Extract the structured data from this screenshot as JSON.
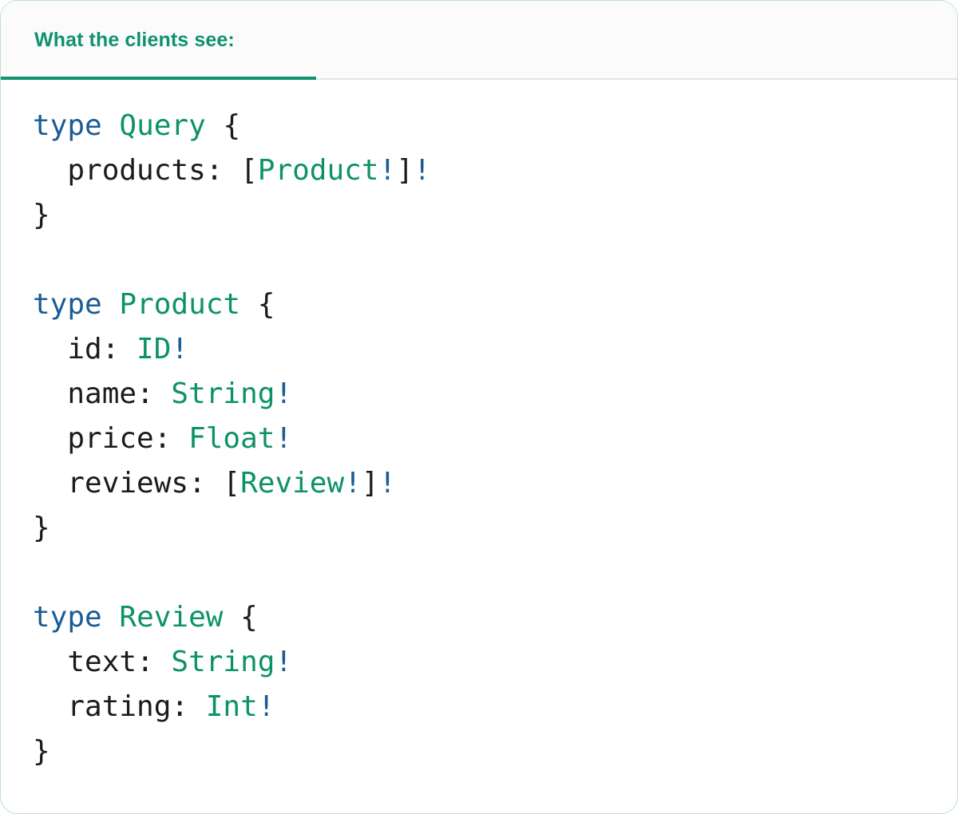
{
  "panel": {
    "border_color": "#bfe0d2",
    "background": "#ffffff"
  },
  "header": {
    "tab_label": "What the clients see:",
    "accent_color": "#0f9270",
    "background": "#fbfbfb",
    "divider_color": "#e4e4e4",
    "active": true
  },
  "code": {
    "language": "graphql",
    "colors": {
      "keyword": "#1a5c96",
      "type_name": "#0d9268",
      "field": "#1b1b1b",
      "punctuation": "#1b1b1b",
      "non_null": "#1a5c96"
    },
    "lines": [
      {
        "id": "l1",
        "tokens": [
          {
            "t": "type",
            "c": "kw"
          },
          {
            "t": " ",
            "c": "field"
          },
          {
            "t": "Query",
            "c": "name"
          },
          {
            "t": " ",
            "c": "field"
          },
          {
            "t": "{",
            "c": "punct"
          }
        ]
      },
      {
        "id": "l2",
        "tokens": [
          {
            "t": "  products: ",
            "c": "field"
          },
          {
            "t": "[",
            "c": "punct"
          },
          {
            "t": "Product",
            "c": "name"
          },
          {
            "t": "!",
            "c": "bang"
          },
          {
            "t": "]",
            "c": "punct"
          },
          {
            "t": "!",
            "c": "bang"
          }
        ]
      },
      {
        "id": "l3",
        "tokens": [
          {
            "t": "}",
            "c": "punct"
          }
        ]
      },
      {
        "id": "l4",
        "tokens": []
      },
      {
        "id": "l5",
        "tokens": [
          {
            "t": "type",
            "c": "kw"
          },
          {
            "t": " ",
            "c": "field"
          },
          {
            "t": "Product",
            "c": "name"
          },
          {
            "t": " ",
            "c": "field"
          },
          {
            "t": "{",
            "c": "punct"
          }
        ]
      },
      {
        "id": "l6",
        "tokens": [
          {
            "t": "  id: ",
            "c": "field"
          },
          {
            "t": "ID",
            "c": "name"
          },
          {
            "t": "!",
            "c": "bang"
          }
        ]
      },
      {
        "id": "l7",
        "tokens": [
          {
            "t": "  name: ",
            "c": "field"
          },
          {
            "t": "String",
            "c": "name"
          },
          {
            "t": "!",
            "c": "bang"
          }
        ]
      },
      {
        "id": "l8",
        "tokens": [
          {
            "t": "  price: ",
            "c": "field"
          },
          {
            "t": "Float",
            "c": "name"
          },
          {
            "t": "!",
            "c": "bang"
          }
        ]
      },
      {
        "id": "l9",
        "tokens": [
          {
            "t": "  reviews: ",
            "c": "field"
          },
          {
            "t": "[",
            "c": "punct"
          },
          {
            "t": "Review",
            "c": "name"
          },
          {
            "t": "!",
            "c": "bang"
          },
          {
            "t": "]",
            "c": "punct"
          },
          {
            "t": "!",
            "c": "bang"
          }
        ]
      },
      {
        "id": "l10",
        "tokens": [
          {
            "t": "}",
            "c": "punct"
          }
        ]
      },
      {
        "id": "l11",
        "tokens": []
      },
      {
        "id": "l12",
        "tokens": [
          {
            "t": "type",
            "c": "kw"
          },
          {
            "t": " ",
            "c": "field"
          },
          {
            "t": "Review",
            "c": "name"
          },
          {
            "t": " ",
            "c": "field"
          },
          {
            "t": "{",
            "c": "punct"
          }
        ]
      },
      {
        "id": "l13",
        "tokens": [
          {
            "t": "  text: ",
            "c": "field"
          },
          {
            "t": "String",
            "c": "name"
          },
          {
            "t": "!",
            "c": "bang"
          }
        ]
      },
      {
        "id": "l14",
        "tokens": [
          {
            "t": "  rating: ",
            "c": "field"
          },
          {
            "t": "Int",
            "c": "name"
          },
          {
            "t": "!",
            "c": "bang"
          }
        ]
      },
      {
        "id": "l15",
        "tokens": [
          {
            "t": "}",
            "c": "punct"
          }
        ]
      }
    ]
  }
}
